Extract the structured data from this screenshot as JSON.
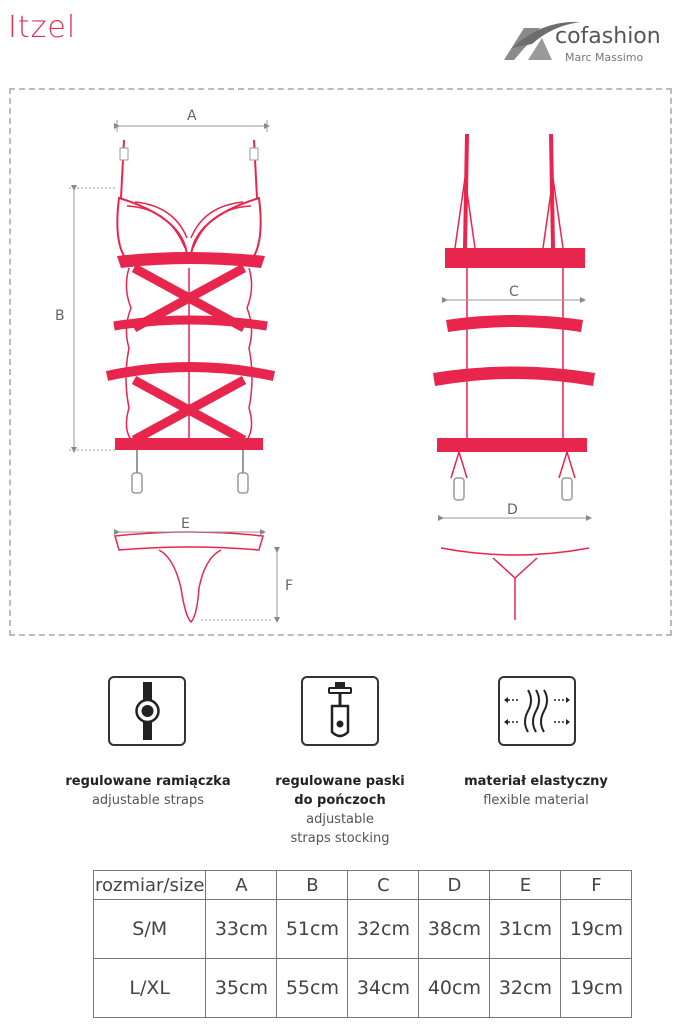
{
  "product": {
    "title": "Itzel"
  },
  "brand": {
    "name": "cofashion",
    "sub": "Marc Massimo",
    "accent": "#e8254c"
  },
  "diagram": {
    "labels": [
      "A",
      "B",
      "C",
      "D",
      "E",
      "F"
    ]
  },
  "features": [
    {
      "icon": "adjustable-strap-icon",
      "pl": "regulowane ramiączka",
      "en": "adjustable straps"
    },
    {
      "icon": "stocking-strap-icon",
      "pl": "regulowane paski do pończoch",
      "pl1": "regulowane paski",
      "pl2": "do pończoch",
      "en1": "adjustable",
      "en2": "straps stocking"
    },
    {
      "icon": "flexible-material-icon",
      "pl": "materiał elastyczny",
      "en": "flexible material"
    }
  ],
  "size_table": {
    "header_label": "rozmiar/size",
    "columns": [
      "A",
      "B",
      "C",
      "D",
      "E",
      "F"
    ],
    "rows": [
      {
        "size": "S/M",
        "values": [
          "33cm",
          "51cm",
          "32cm",
          "38cm",
          "31cm",
          "19cm"
        ]
      },
      {
        "size": "L/XL",
        "values": [
          "35cm",
          "55cm",
          "34cm",
          "40cm",
          "32cm",
          "19cm"
        ]
      }
    ]
  }
}
